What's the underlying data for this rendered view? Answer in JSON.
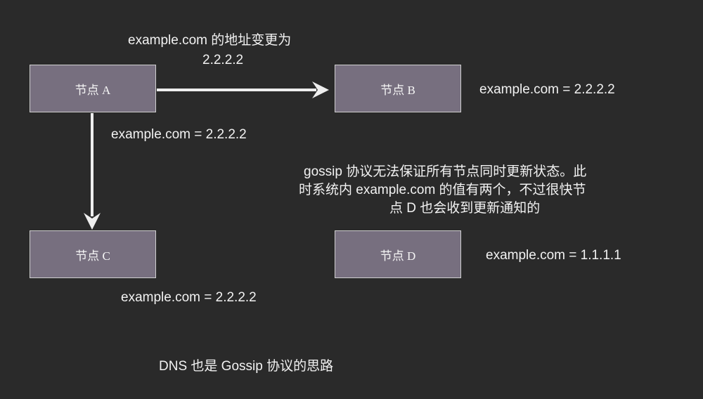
{
  "nodes": {
    "a": "节点 A",
    "b": "节点 B",
    "c": "节点 C",
    "d": "节点 D"
  },
  "labels": {
    "update_line1": "example.com 的地址变更为",
    "update_line2": "2.2.2.2",
    "b_value": "example.com = 2.2.2.2",
    "a_value": "example.com = 2.2.2.2",
    "c_value": "example.com = 2.2.2.2",
    "d_value": "example.com = 1.1.1.1",
    "note_line1": "gossip 协议无法保证所有节点同时更新状态。此",
    "note_line2": "时系统内 example.com  的值有两个，不过很快节",
    "note_line3": "点 D 也会收到更新通知的",
    "footer": "DNS 也是 Gossip 协议的思路"
  }
}
